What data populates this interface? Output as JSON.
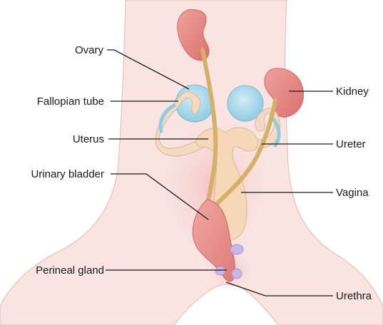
{
  "labels": {
    "ovary": "Ovary",
    "fallopian_tube": "Fallopian tube",
    "uterus": "Uterus",
    "urinary_bladder": "Urinary bladder",
    "perineal_gland": "Perineal gland",
    "kidney": "Kidney",
    "ureter": "Ureter",
    "vagina": "Vagina",
    "urethra": "Urethra"
  },
  "colors": {
    "body_bg": "#f9e4e2",
    "body_edge": "#e3b8b4",
    "kidney": "#e58a86",
    "ovary": "#a9d7ea",
    "tube": "#f2dbc2",
    "ureter": "#d5b06a",
    "uterus": "#f6d8b9",
    "bladder": "#e98f8b",
    "gland": "#c9b6e6"
  }
}
